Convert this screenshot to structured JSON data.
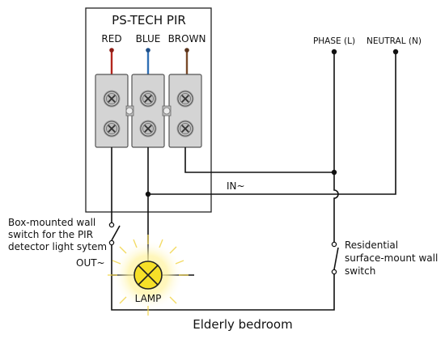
{
  "pir": {
    "title": "PS-TECH PIR",
    "wires": [
      {
        "label": "RED",
        "color": "#b3261e"
      },
      {
        "label": "BLUE",
        "color": "#2f6fb5"
      },
      {
        "label": "BROWN",
        "color": "#7a4a2a"
      }
    ]
  },
  "supply": {
    "phase_label": "PHASE (L)",
    "neutral_label": "NEUTRAL (N)"
  },
  "labels": {
    "in": "IN~",
    "out": "OUT~",
    "lamp": "LAMP",
    "room": "Elderly bedroom",
    "box_switch": [
      "Box-mounted wall",
      "switch for the PIR",
      "detector light sytem"
    ],
    "res_switch": [
      "Residential",
      "surface-mount wall",
      "switch"
    ]
  },
  "colors": {
    "wire": "#111111",
    "lamp_fill": "#f6e028",
    "glow": "#fff3a8",
    "terminal_body": "#d4d4d4",
    "screw": "#b9b9b9"
  },
  "icons": [
    "screw-terminal-icon",
    "lamp-icon",
    "switch-icon"
  ]
}
